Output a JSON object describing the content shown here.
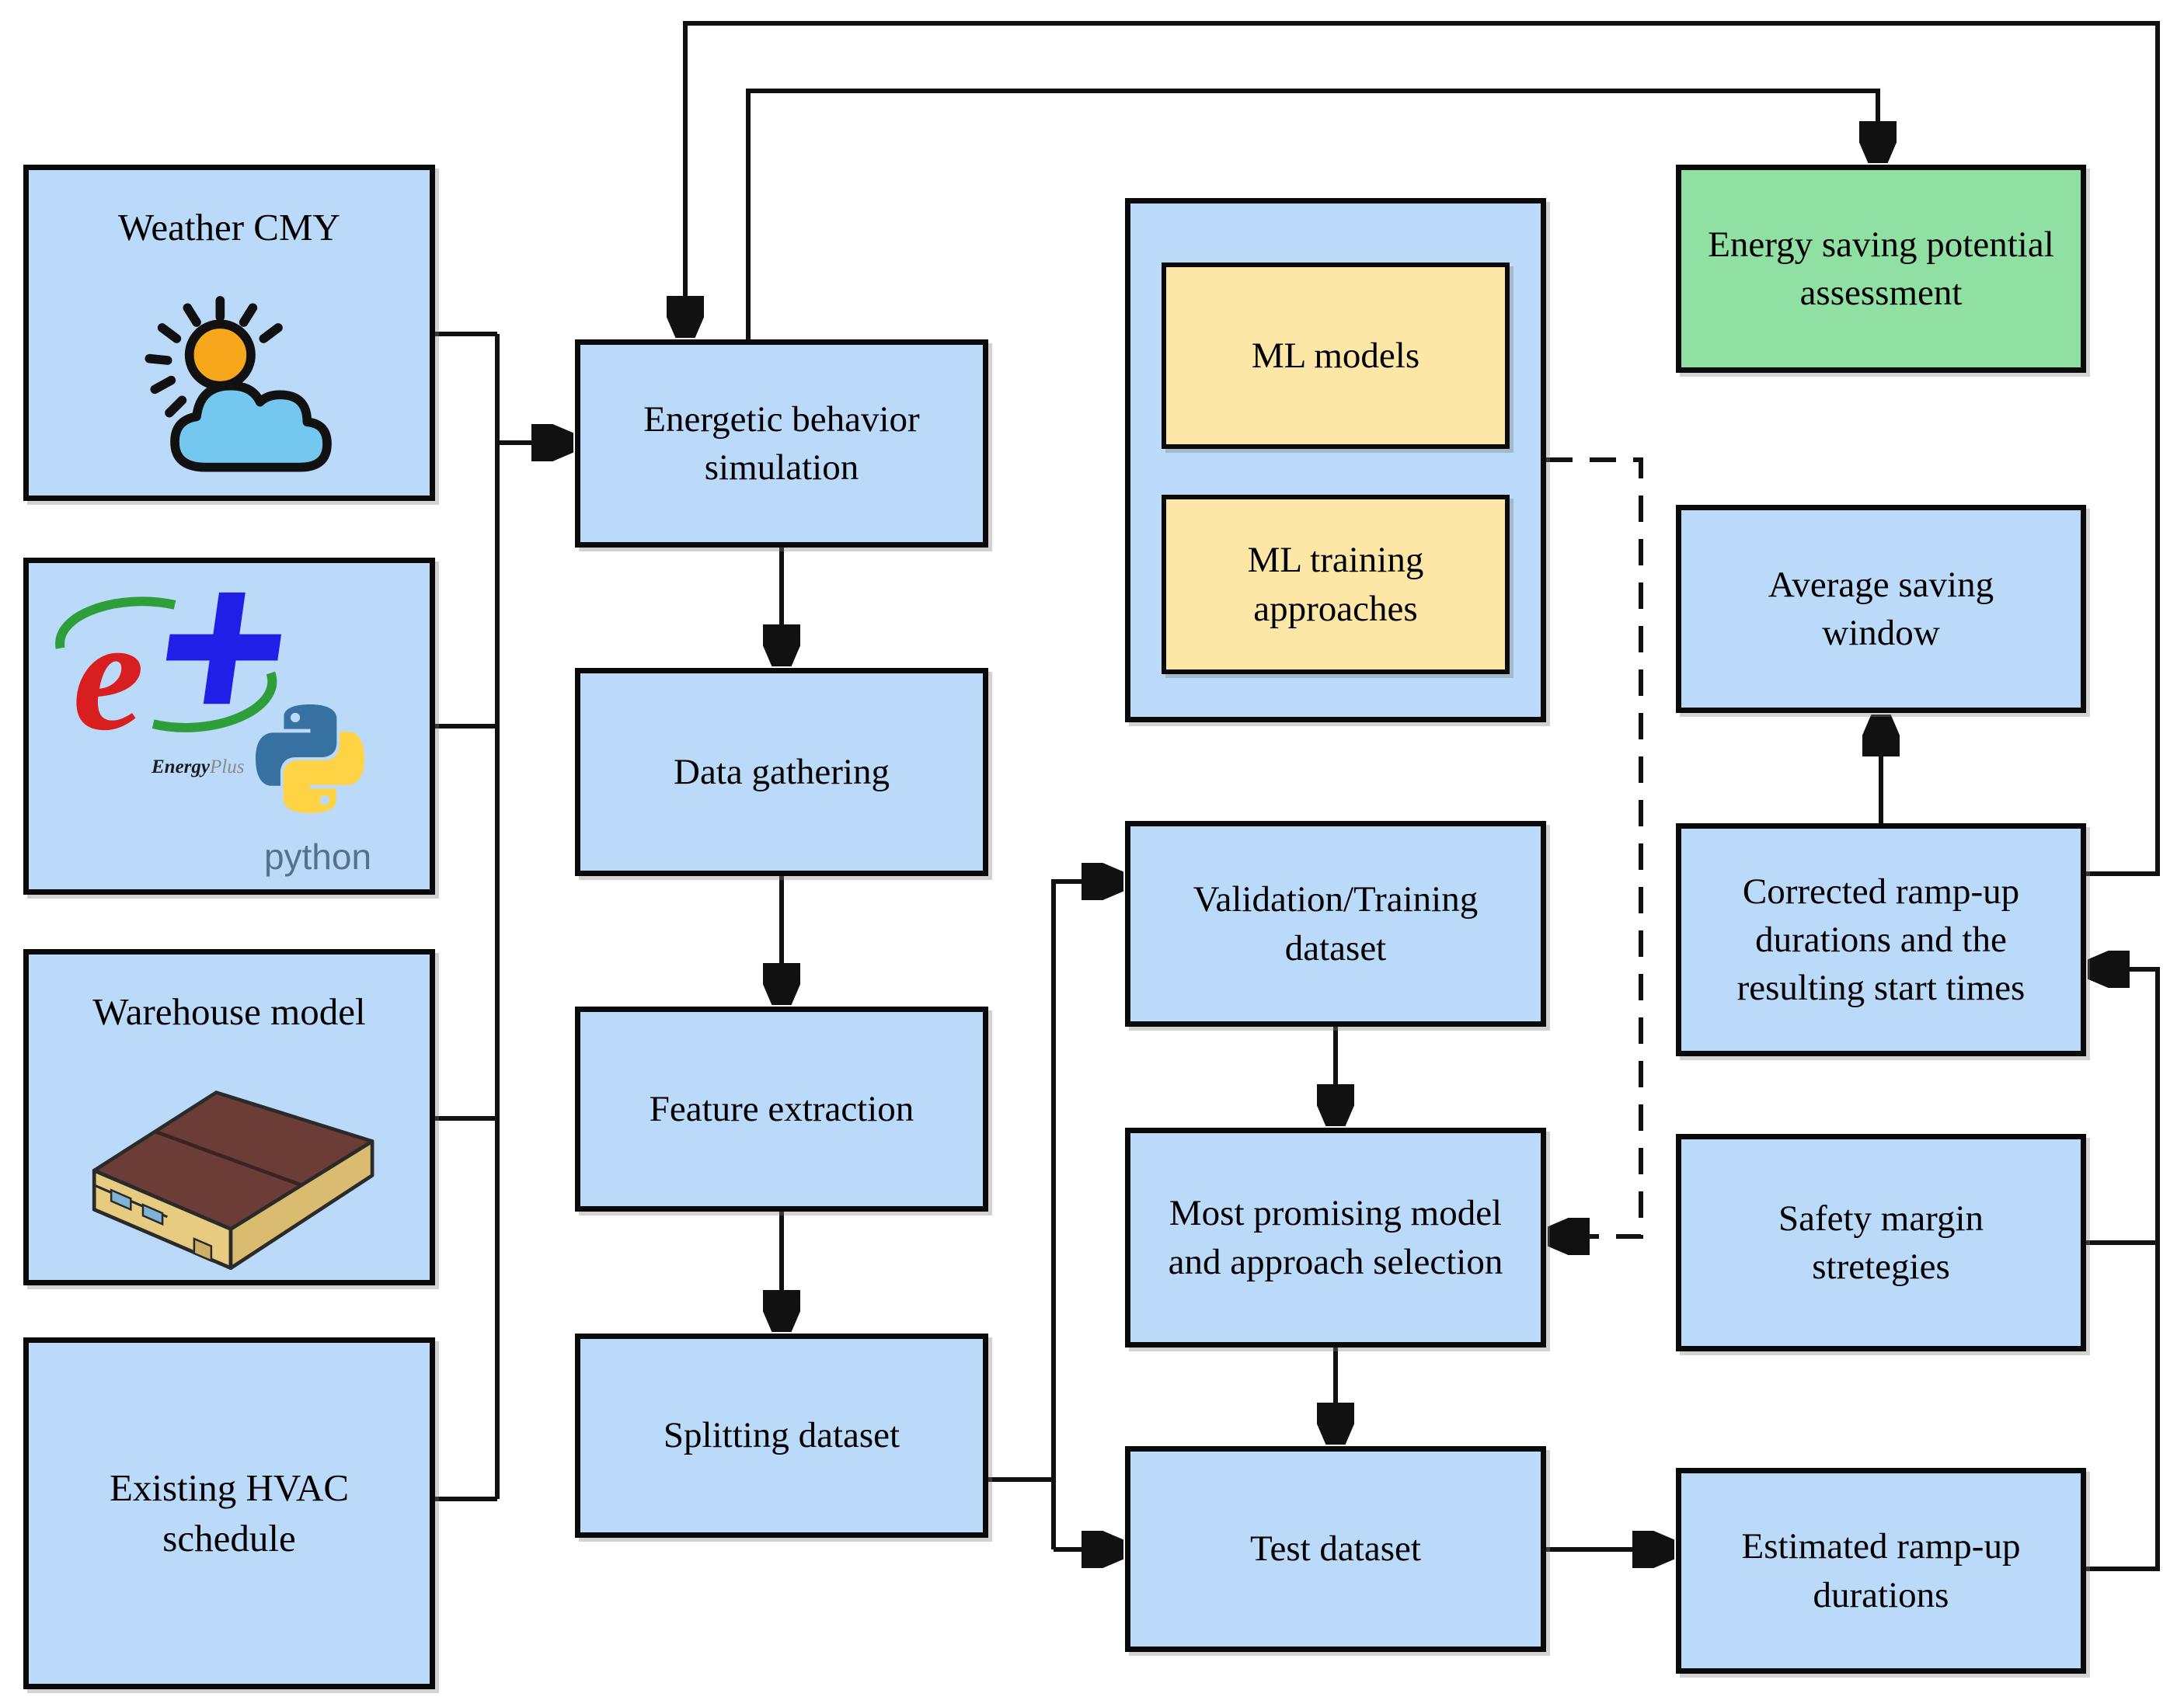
{
  "title": "Machine-learning HVAC ramp-up workflow flowchart",
  "colors": {
    "node_blue": "#BBD9F8",
    "node_yellow": "#FCE7A6",
    "node_green": "#8FE0A2",
    "wire": "#111111",
    "border": "#0A0A0A"
  },
  "nodes": {
    "weather": {
      "label": "Weather CMY"
    },
    "simulation_tools": {
      "energyplus_wordmark_bold": "Energy",
      "energyplus_wordmark_light": "Plus",
      "python_wordmark": "python"
    },
    "warehouse": {
      "label": "Warehouse model"
    },
    "existing_hvac": {
      "label": "Existing HVAC schedule"
    },
    "energetic_simulation": {
      "label": "Energetic behavior simulation"
    },
    "data_gathering": {
      "label": "Data gathering"
    },
    "feature_extraction": {
      "label": "Feature extraction"
    },
    "splitting_dataset": {
      "label": "Splitting dataset"
    },
    "ml_models": {
      "label": "ML models"
    },
    "ml_training": {
      "label": "ML training approaches"
    },
    "validation_dataset": {
      "label": "Validation/Training dataset"
    },
    "model_selection": {
      "label": "Most promising model and approach selection"
    },
    "test_dataset": {
      "label": "Test dataset"
    },
    "energy_saving": {
      "label": "Energy saving potential assessment"
    },
    "average_window": {
      "label": "Average saving window"
    },
    "corrected_rampup": {
      "label": "Corrected ramp-up durations and the resulting start times"
    },
    "safety_margin": {
      "label": "Safety margin stretegies"
    },
    "estimated_rampup": {
      "label": "Estimated ramp-up durations"
    }
  },
  "icons": {
    "weather": "sun-behind-cloud-icon",
    "energyplus": "energyplus-logo-icon",
    "python": "python-logo-icon",
    "warehouse": "warehouse-building-icon"
  }
}
